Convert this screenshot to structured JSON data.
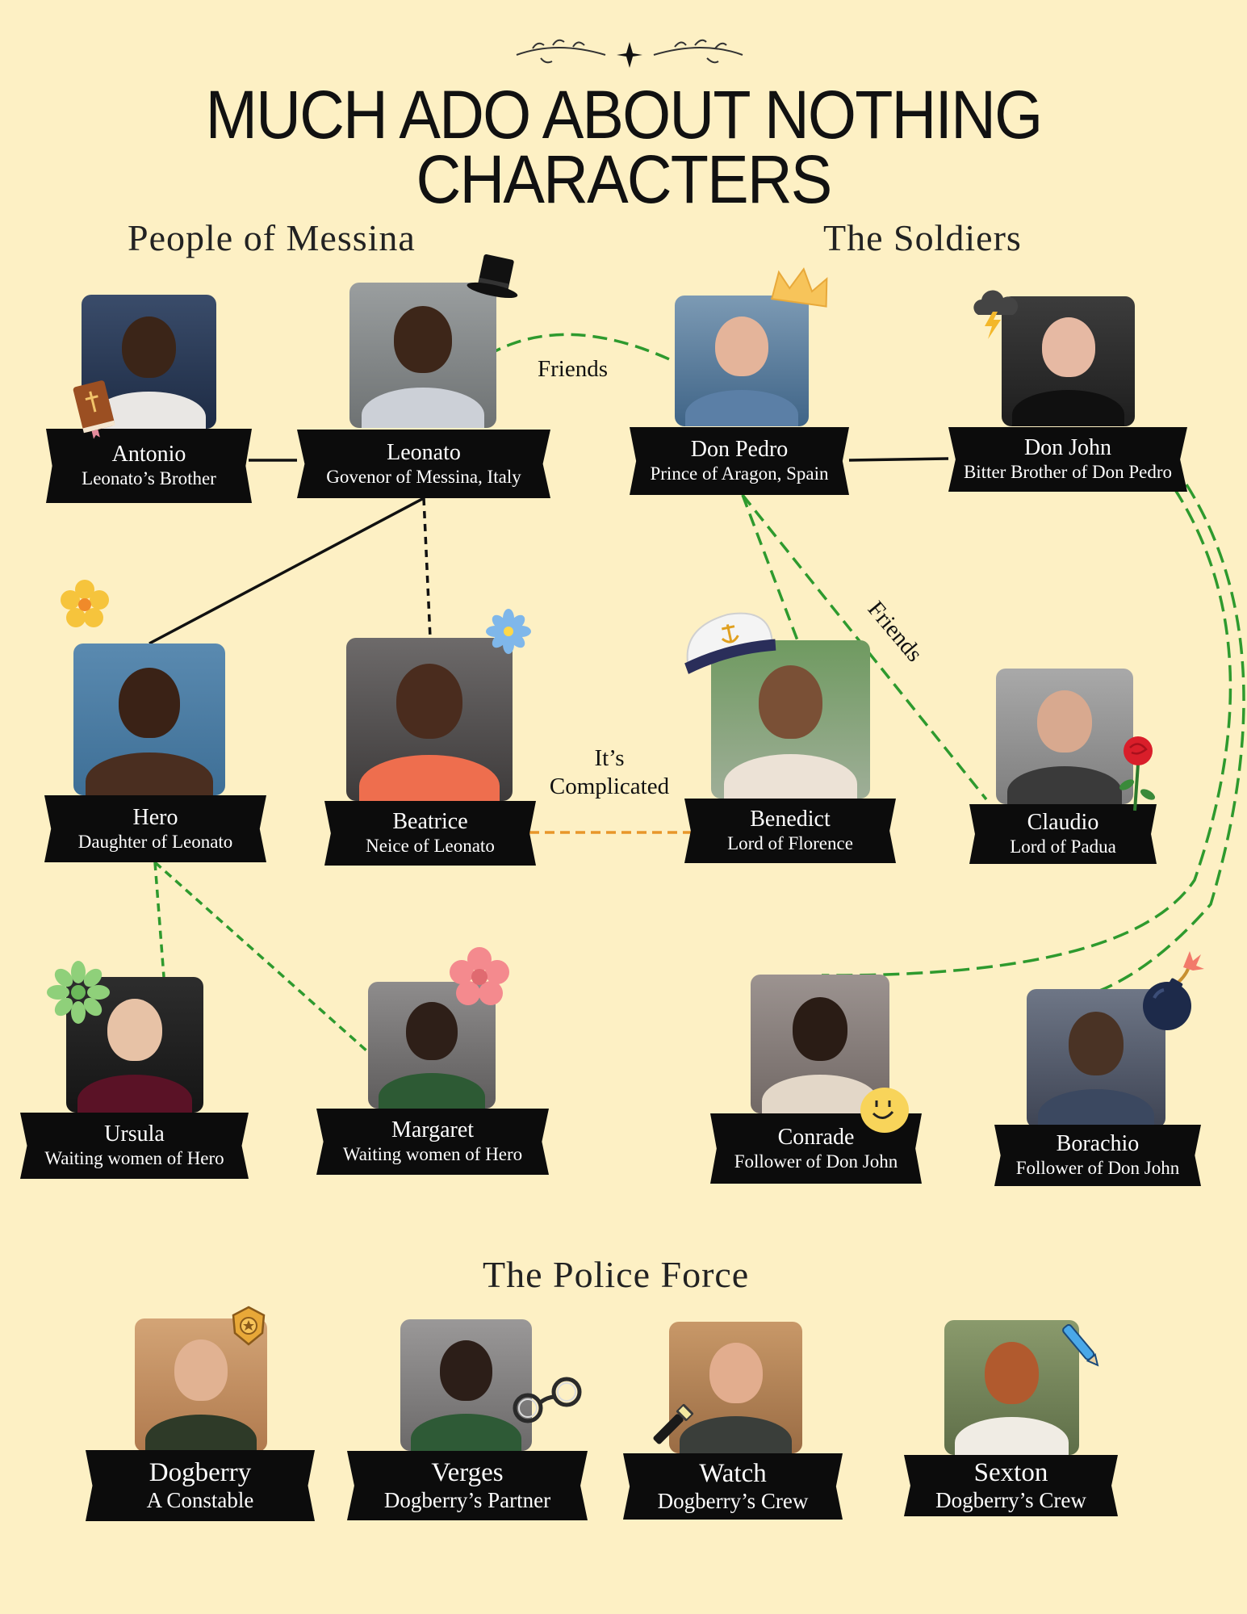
{
  "title": {
    "line1": "MUCH ADO ABOUT NOTHING",
    "line2": "CHARACTERS"
  },
  "sections": {
    "messina": "People of Messina",
    "soldiers": "The Soldiers",
    "police": "The Police Force"
  },
  "characters": {
    "antonio": {
      "name": "Antonio",
      "role": "Leonato’s Brother"
    },
    "leonato": {
      "name": "Leonato",
      "role": "Govenor of Messina, Italy"
    },
    "don_pedro": {
      "name": "Don Pedro",
      "role": "Prince of Aragon, Spain"
    },
    "don_john": {
      "name": "Don John",
      "role": "Bitter Brother of Don Pedro"
    },
    "hero": {
      "name": "Hero",
      "role": "Daughter of Leonato"
    },
    "beatrice": {
      "name": "Beatrice",
      "role": "Neice of Leonato"
    },
    "benedict": {
      "name": "Benedict",
      "role": "Lord of Florence"
    },
    "claudio": {
      "name": "Claudio",
      "role": "Lord of Padua"
    },
    "ursula": {
      "name": "Ursula",
      "role": "Waiting women of Hero"
    },
    "margaret": {
      "name": "Margaret",
      "role": "Waiting women of Hero"
    },
    "conrade": {
      "name": "Conrade",
      "role": "Follower of Don John"
    },
    "borachio": {
      "name": "Borachio",
      "role": "Follower of Don John"
    },
    "dogberry": {
      "name": "Dogberry",
      "role": "A Constable"
    },
    "verges": {
      "name": "Verges",
      "role": "Dogberry’s Partner"
    },
    "watch": {
      "name": "Watch",
      "role": "Dogberry’s Crew"
    },
    "sexton": {
      "name": "Sexton",
      "role": "Dogberry’s Crew"
    }
  },
  "annotations": {
    "friends_top": "Friends",
    "friends_diag": "Friends",
    "complicated_1": "It’s",
    "complicated_2": "Complicated"
  },
  "icons": {
    "top_hat": "top-hat-icon",
    "bible": "bible-icon",
    "crown": "crown-icon",
    "storm": "storm-cloud-icon",
    "flower_yellow": "flower-icon",
    "flower_blue": "flower-icon",
    "sailor_hat": "sailor-hat-icon",
    "rose": "rose-icon",
    "flower_green": "flower-icon",
    "flower_pink": "flower-icon",
    "smiley": "smiley-icon",
    "bomb": "bomb-icon",
    "badge": "police-badge-icon",
    "handcuffs": "handcuffs-icon",
    "flashlight": "flashlight-icon",
    "pen": "pen-icon"
  },
  "colors": {
    "background": "#fdf0c4",
    "label": "#0c0c0c",
    "friend_line": "#2e9a2e",
    "complicated_line": "#e8962a",
    "family_line": "#111111"
  }
}
